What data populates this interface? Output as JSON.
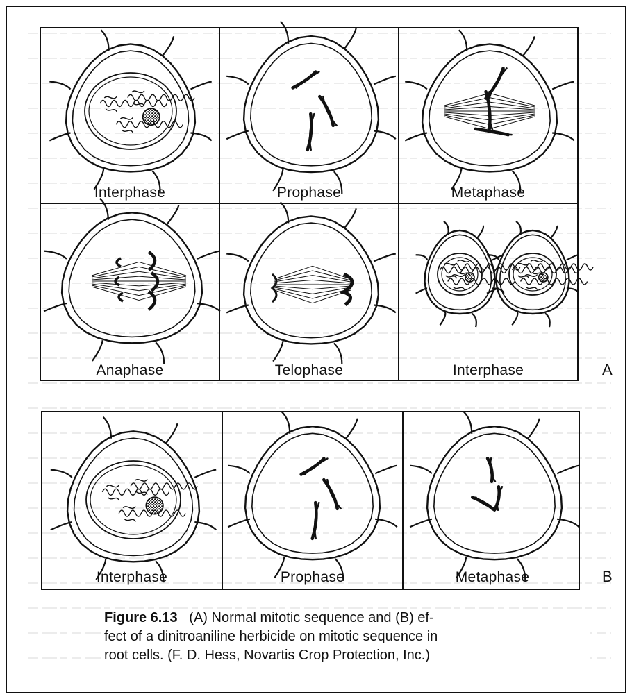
{
  "set_a": {
    "letter": "A",
    "panels": [
      {
        "label": "Interphase"
      },
      {
        "label": "Prophase"
      },
      {
        "label": "Metaphase"
      },
      {
        "label": "Anaphase"
      },
      {
        "label": "Telophase"
      },
      {
        "label": "Interphase"
      }
    ]
  },
  "set_b": {
    "letter": "B",
    "panels": [
      {
        "label": "Interphase"
      },
      {
        "label": "Prophase"
      },
      {
        "label": "Metaphase"
      }
    ]
  },
  "caption": {
    "figure_number": "Figure 6.13",
    "text": "(A) Normal mitotic sequence and (B) ef- fect of a dinitroaniline herbicide on mitotic sequence in root cells. (F. D. Hess, Novartis Crop Protection, Inc.)",
    "line1": "(A) Normal mitotic sequence and (B) ef-",
    "line2": "fect of a dinitroaniline herbicide on mitotic sequence in",
    "line3": "root cells. (F. D. Hess, Novartis Crop Protection, Inc.)"
  }
}
